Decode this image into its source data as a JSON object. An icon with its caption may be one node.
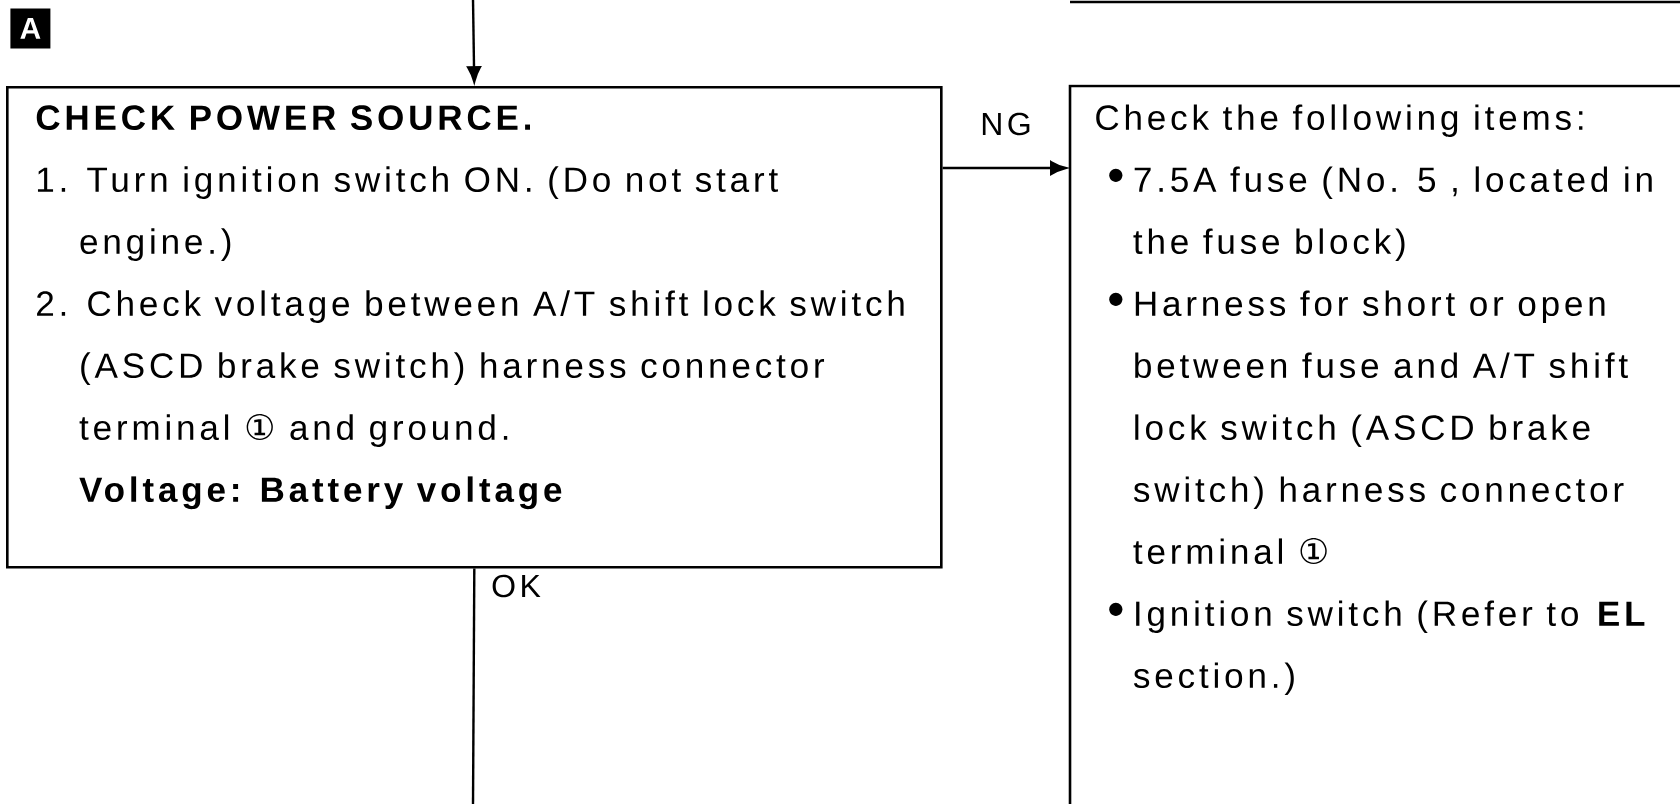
{
  "diagram": {
    "nodes": [
      {
        "text": [
          "CHECK POWER SOURCE.",
          "1. Turn ignition switch ON. (Do not start engine.)",
          "2. Check voltage between A/T shift lock switch (ASCD brake switch) harness connector terminal ① and ground.",
          "Voltage: Battery voltage"
        ]
      },
      {
        "text": [
          "Check the following items:",
          "7.5A fuse (No. 5 , located in the fuse block)",
          "Harness for short or open between fuse and A/T shift lock switch (ASCD brake switch) harness connector terminal ①",
          "Ignition switch (Refer to **EL** section.)"
        ]
      }
    ],
    "edges": [
      {
        "from": null,
        "to": 0,
        "arrow": "to"
      },
      {
        "from": 0,
        "to": 1,
        "arrow": "to",
        "label": "NG"
      },
      {
        "from": 0,
        "to": null,
        "arrow": "none",
        "label": "OK"
      }
    ],
    "labels": [
      "A"
    ]
  }
}
